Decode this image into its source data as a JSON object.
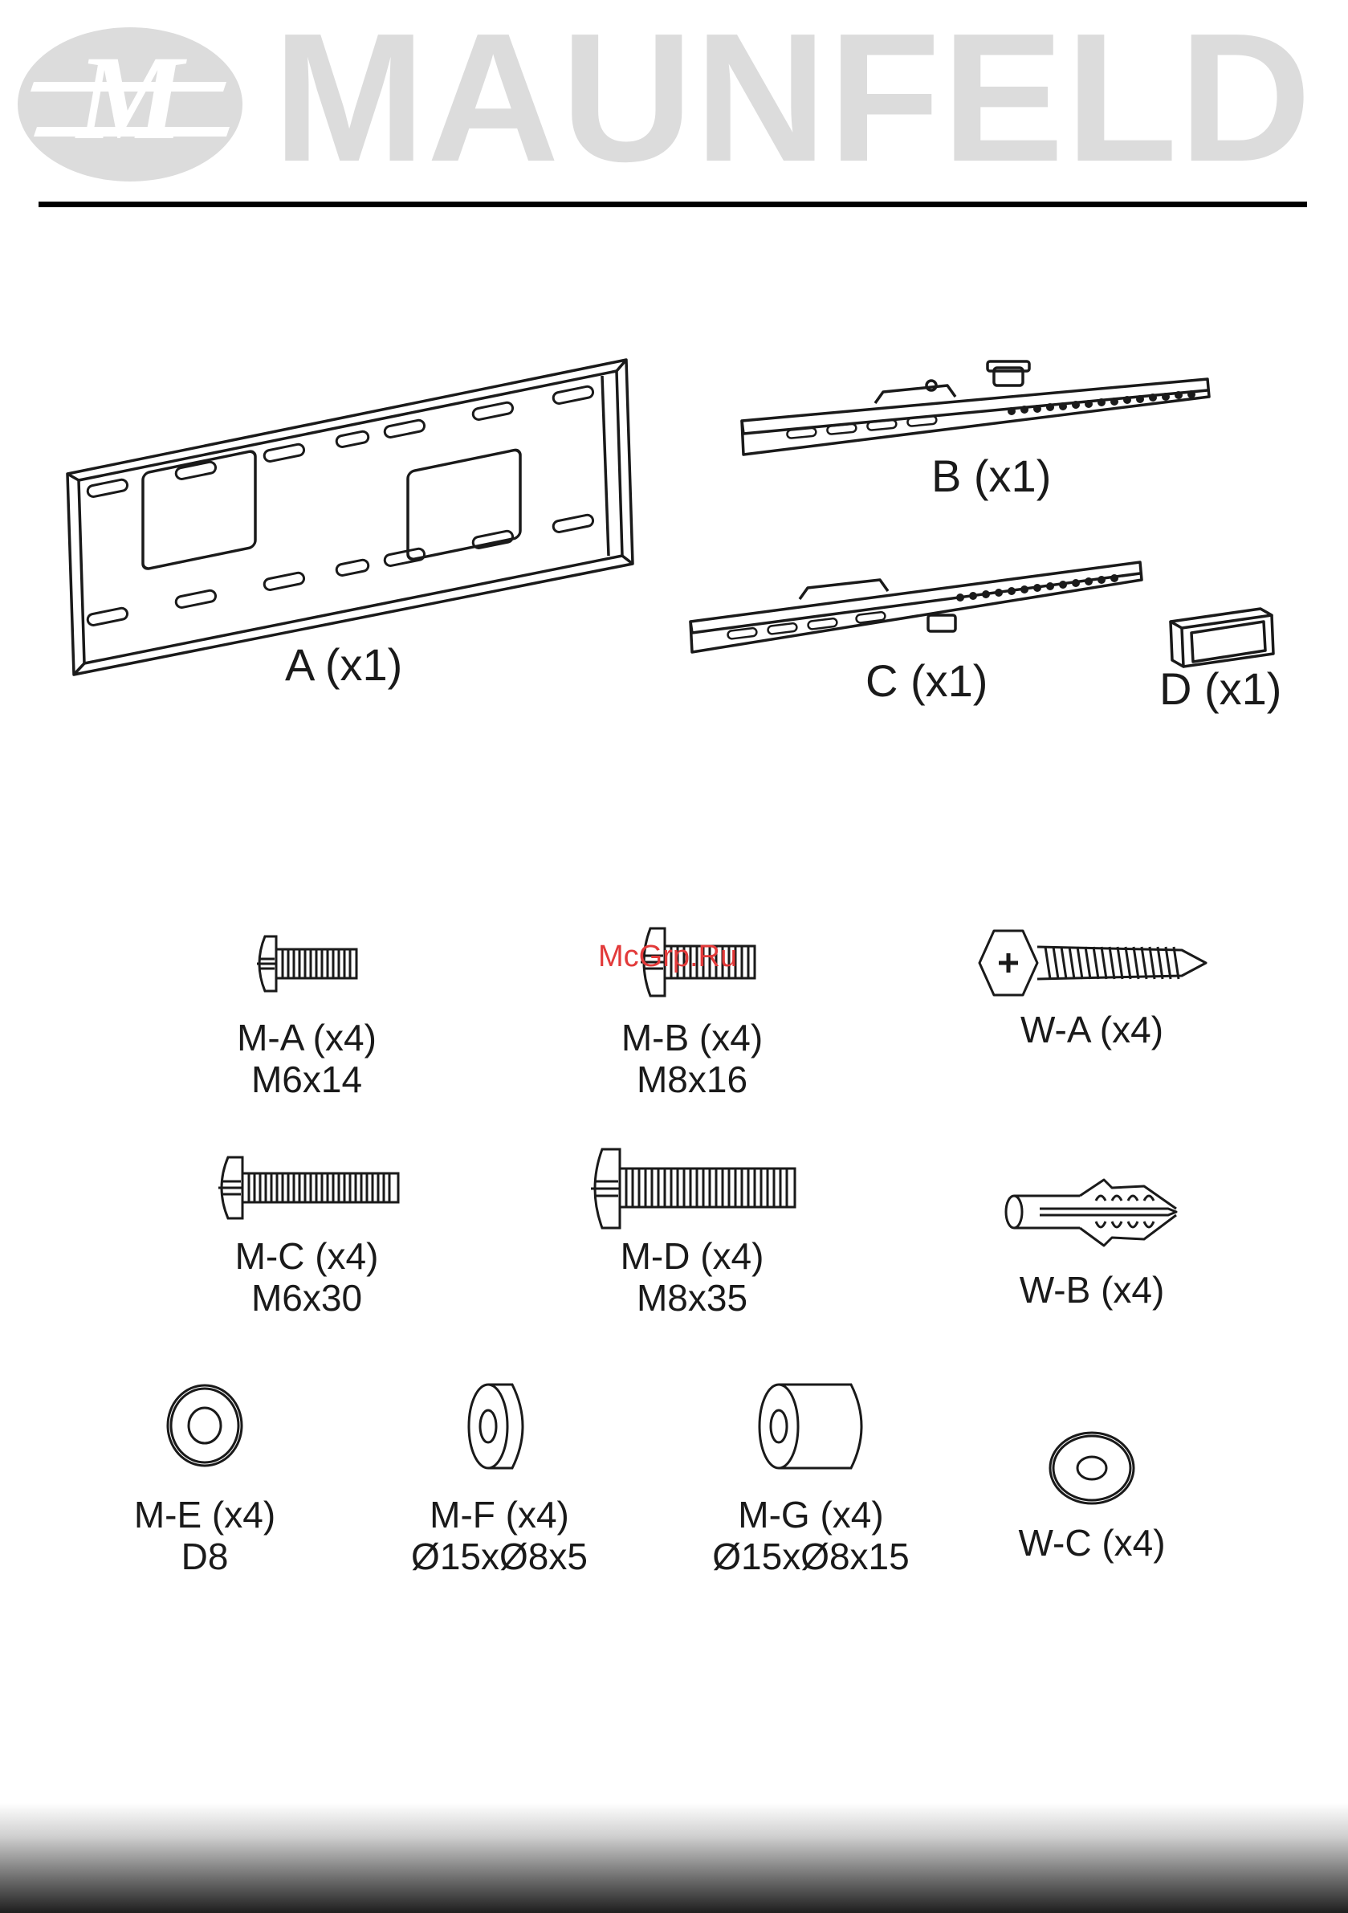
{
  "header": {
    "brand_name": "MAUNFELD",
    "logo_text": "M",
    "colors": {
      "brand": "#dcdcdc",
      "rule": "#000000"
    }
  },
  "watermark": {
    "text": "McGrp.Ru",
    "color": "#e23a3a"
  },
  "parts": {
    "a": "A (x1)",
    "b": "B (x1)",
    "c": "C (x1)",
    "d": "D (x1)"
  },
  "hardware": [
    {
      "label": "M-A (x4)",
      "size": "M6x14",
      "icon": "pan-head-screw-icon"
    },
    {
      "label": "M-B (x4)",
      "size": "M8x16",
      "icon": "pan-head-screw-icon"
    },
    {
      "label": "W-A (x4)",
      "size": "",
      "icon": "lag-bolt-icon"
    },
    {
      "label": "M-C (x4)",
      "size": "M6x30",
      "icon": "pan-head-screw-icon"
    },
    {
      "label": "M-D (x4)",
      "size": "M8x35",
      "icon": "pan-head-screw-icon"
    },
    {
      "label": "W-B (x4)",
      "size": "",
      "icon": "wall-anchor-icon"
    },
    {
      "label": "M-E (x4)",
      "size": "D8",
      "icon": "washer-icon"
    },
    {
      "label": "M-F (x4)",
      "size": "Ø15xØ8x5",
      "icon": "spacer-icon"
    },
    {
      "label": "M-G (x4)",
      "size": "Ø15xØ8x15",
      "icon": "spacer-icon"
    },
    {
      "label": "W-C (x4)",
      "size": "",
      "icon": "washer-icon"
    }
  ]
}
